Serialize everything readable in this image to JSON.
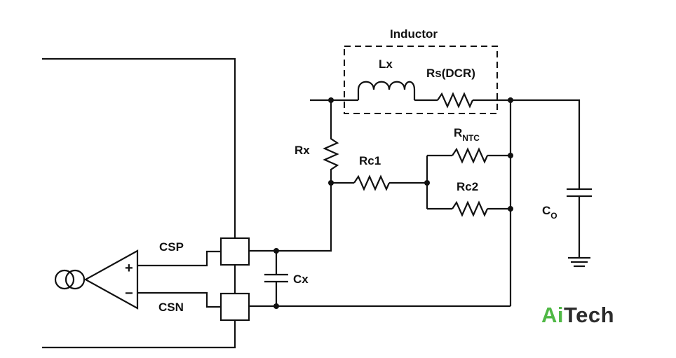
{
  "labels": {
    "inductor": "Inductor",
    "lx": "Lx",
    "rs": "Rs(DCR)",
    "rx": "Rx",
    "rc1": "Rc1",
    "rntc_main": "R",
    "rntc_sub": "NTC",
    "rc2": "Rc2",
    "co_main": "C",
    "co_sub": "O",
    "cx": "Cx",
    "csp": "CSP",
    "csn": "CSN",
    "plus": "+",
    "minus": "−"
  },
  "watermark": {
    "part1": "Ai",
    "part2": "Tech",
    "color1": "#4fb845",
    "color2": "#2c2c2c"
  }
}
